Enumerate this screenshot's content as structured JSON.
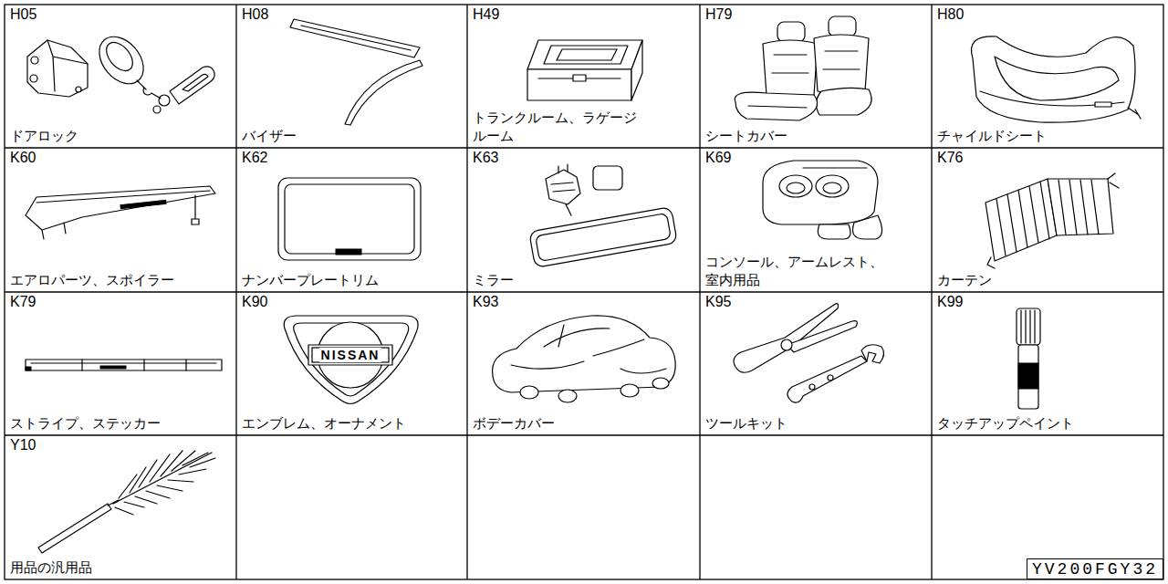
{
  "diagram": {
    "nodes": [
      {
        "text": [
          "H05",
          "ドアロック"
        ]
      },
      {
        "text": [
          "H08",
          "バイザー"
        ]
      },
      {
        "text": [
          "H49",
          "トランクルーム、ラゲージ ルーム"
        ]
      },
      {
        "text": [
          "H79",
          "シートカバー"
        ]
      },
      {
        "text": [
          "H80",
          "チャイルドシート"
        ]
      },
      {
        "text": [
          "K60",
          "エアロパーツ、スポイラー"
        ]
      },
      {
        "text": [
          "K62",
          "ナンバープレートリム"
        ]
      },
      {
        "text": [
          "K63",
          "ミラー"
        ]
      },
      {
        "text": [
          "K69",
          "コンソール、アームレスト、 室内用品"
        ]
      },
      {
        "text": [
          "K76",
          "カーテン"
        ]
      },
      {
        "text": [
          "K79",
          "ストライプ、ステッカー"
        ]
      },
      {
        "text": [
          "K90",
          "エンブレム、オーナメント"
        ]
      },
      {
        "text": [
          "K93",
          "ボデーカバー"
        ]
      },
      {
        "text": [
          "K95",
          "ツールキット"
        ]
      },
      {
        "text": [
          "K99",
          "タッチアップペイント"
        ]
      },
      {
        "text": [
          "Y10",
          "用品の汎用品"
        ]
      },
      {
        "text": [
          "YV200FGY32"
        ]
      }
    ],
    "labels": [
      "NISSAN"
    ]
  }
}
